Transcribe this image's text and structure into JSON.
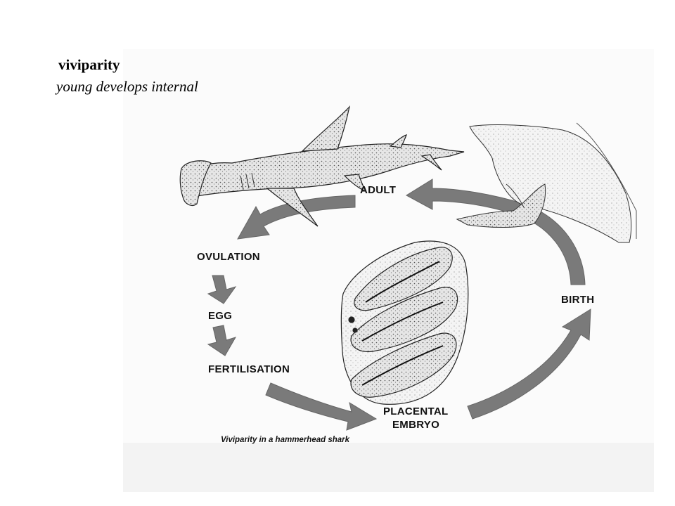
{
  "slide": {
    "heading": "viviparity",
    "subheading": "young develops internal"
  },
  "diagram": {
    "stages": {
      "adult": "ADULT",
      "ovulation": "OVULATION",
      "egg": "EGG",
      "fertilisation": "FERTILISATION",
      "placental_embryo_line1": "PLACENTAL",
      "placental_embryo_line2": "EMBRYO",
      "birth": "BIRTH"
    },
    "caption": "Viviparity in a hammerhead shark",
    "colors": {
      "arrow": "#7a7a7a",
      "arrow_dark": "#555555",
      "ink": "#222222"
    }
  }
}
